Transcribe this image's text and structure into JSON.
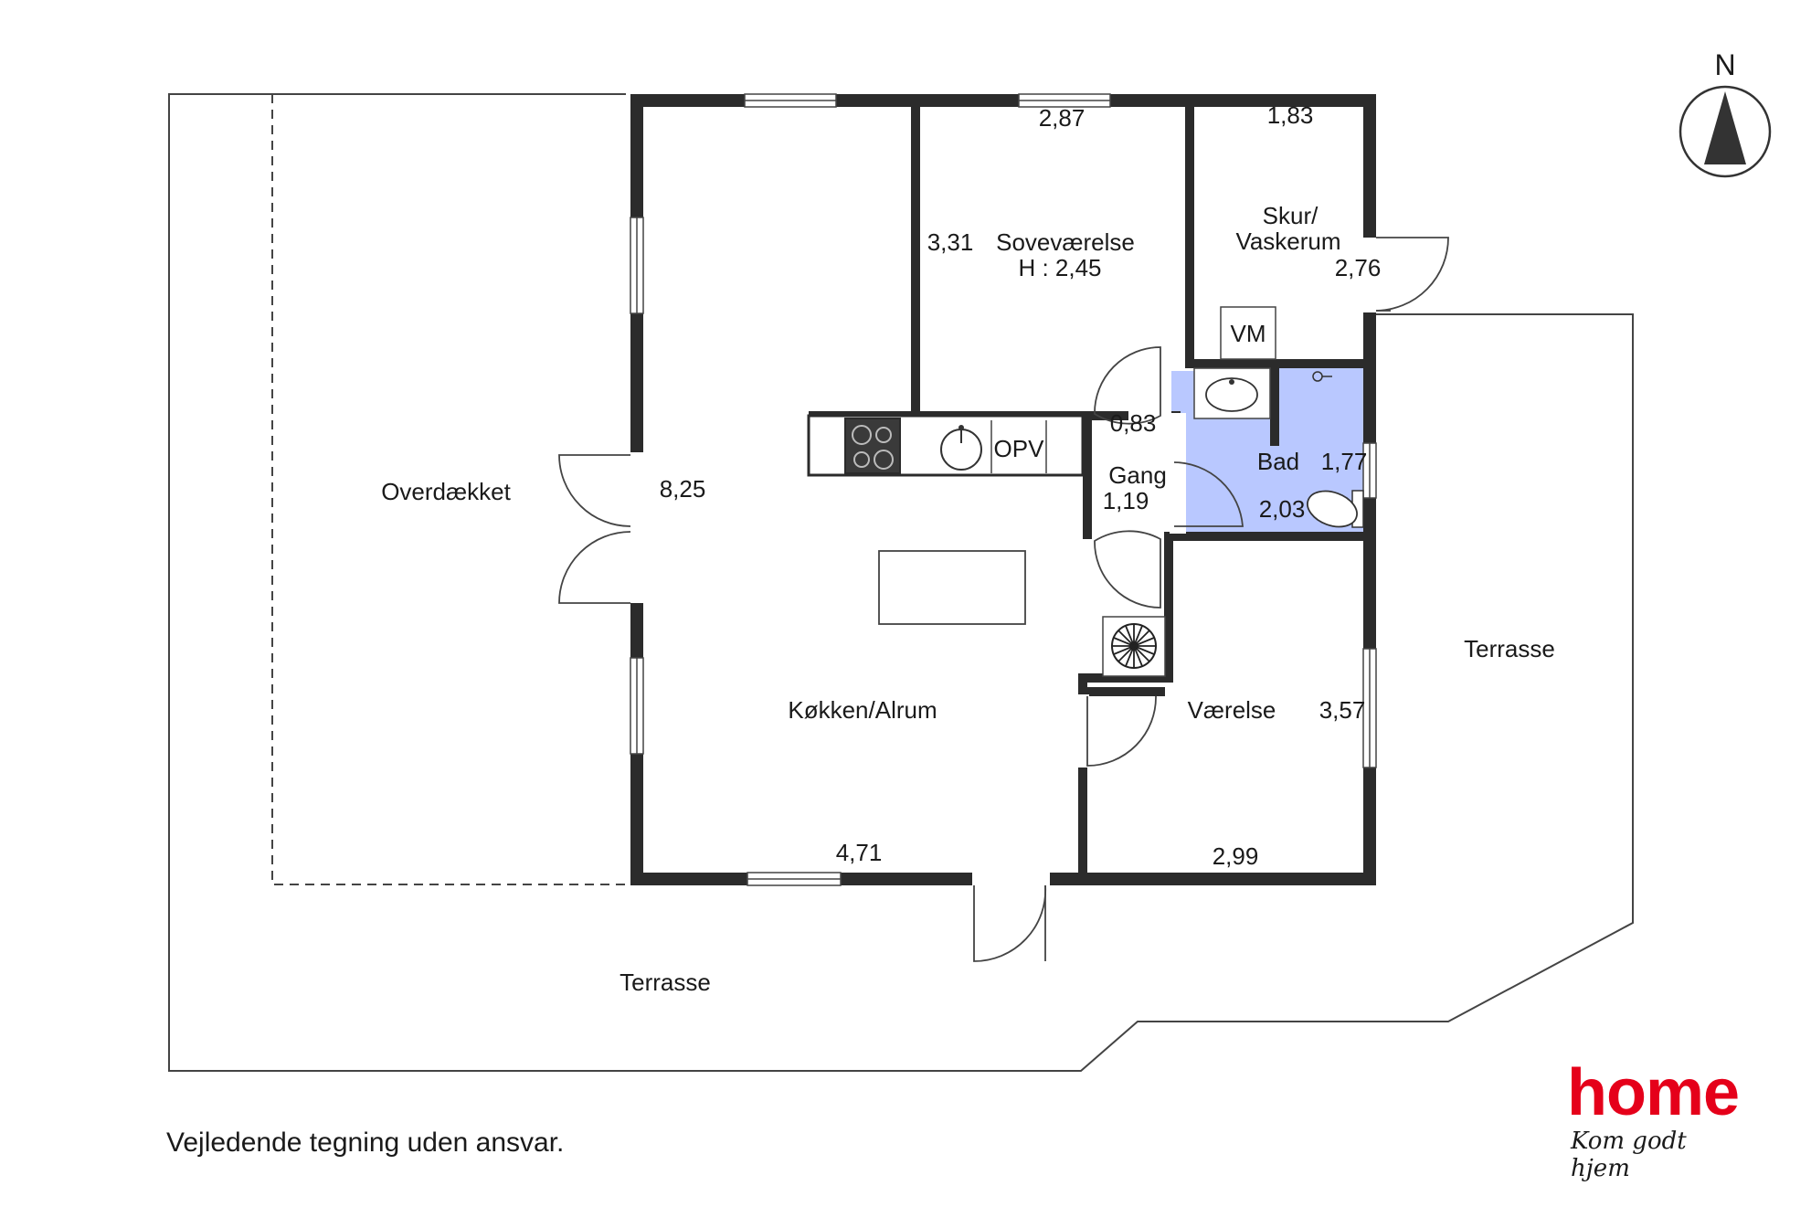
{
  "rooms": {
    "overdaekket": "Overdækket",
    "terrasse_east": "Terrasse",
    "terrasse_south": "Terrasse",
    "kitchen": "Køkken/Alrum",
    "bedroom": "Soveværelse",
    "bedroom_height": "H : 2,45",
    "shed_line1": "Skur/",
    "shed_line2": "Vaskerum",
    "gang": "Gang",
    "bad": "Bad",
    "vaerelse": "Værelse"
  },
  "fixtures": {
    "washing_machine": "VM",
    "dishwasher": "OPV"
  },
  "dimensions": {
    "kitchen_width": "8,25",
    "kitchen_length": "4,71",
    "bedroom_width": "2,87",
    "bedroom_depth": "3,31",
    "shed_width": "1,83",
    "shed_depth": "2,76",
    "gang_width": "0,83",
    "gang_length": "1,19",
    "bad_width": "1,77",
    "bad_length": "2,03",
    "vaerelse_depth": "3,57",
    "vaerelse_width": "2,99"
  },
  "compass": {
    "label": "N"
  },
  "footer": {
    "disclaimer": "Vejledende tegning uden ansvar."
  },
  "logo": {
    "word": "home",
    "tagline": "Kom godt hjem",
    "color": "#e5001a"
  },
  "colors": {
    "wall": "#2b2b2b",
    "bathroom_fill": "#b9c8ff",
    "outline": "#444444"
  }
}
